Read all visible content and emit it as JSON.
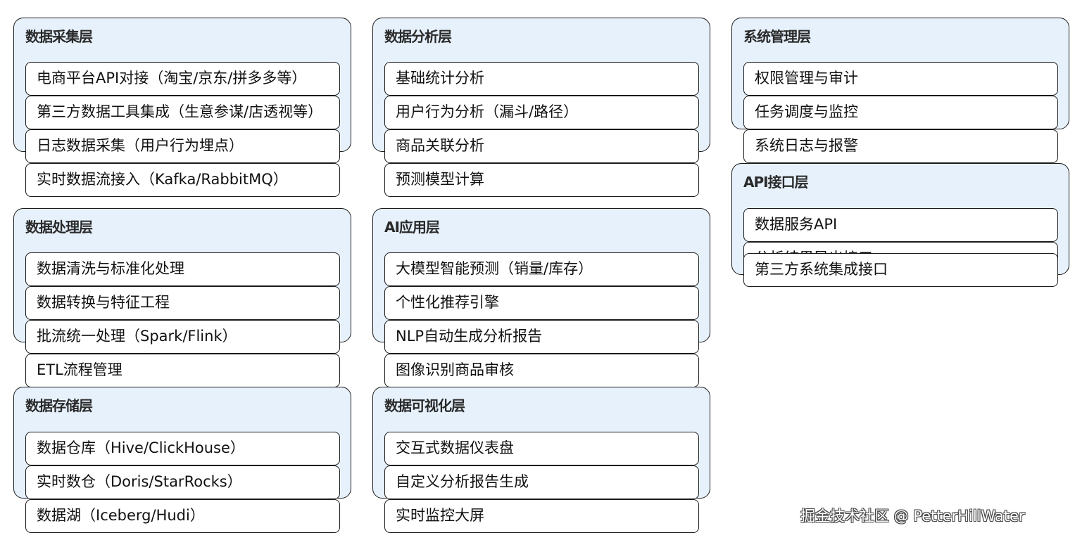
{
  "layers": {
    "collect": {
      "title": "数据采集层",
      "items": [
        "电商平台API对接（淘宝/京东/拼多多等）",
        "第三方数据工具集成（生意参谋/店透视等）",
        "日志数据采集（用户行为埋点）",
        "实时数据流接入（Kafka/RabbitMQ）"
      ]
    },
    "analysis": {
      "title": "数据分析层",
      "items": [
        "基础统计分析",
        "用户行为分析（漏斗/路径）",
        "商品关联分析",
        "预测模型计算"
      ]
    },
    "system": {
      "title": "系统管理层",
      "items": [
        "权限管理与审计",
        "任务调度与监控",
        "系统日志与报警"
      ]
    },
    "api": {
      "title": "API接口层",
      "items": [
        "数据服务API",
        "分析结果导出接口",
        "第三方系统集成接口"
      ]
    },
    "process": {
      "title": "数据处理层",
      "items": [
        "数据清洗与标准化处理",
        "数据转换与特征工程",
        "批流统一处理（Spark/Flink）",
        "ETL流程管理"
      ]
    },
    "ai": {
      "title": "AI应用层",
      "items": [
        "大模型智能预测（销量/库存）",
        "个性化推荐引擎",
        "NLP自动生成分析报告",
        "图像识别商品审核"
      ]
    },
    "storage": {
      "title": "数据存储层",
      "items": [
        "数据仓库（Hive/ClickHouse）",
        "实时数仓（Doris/StarRocks）",
        "数据湖（Iceberg/Hudi）"
      ]
    },
    "visual": {
      "title": "数据可视化层",
      "items": [
        "交互式数据仪表盘",
        "自定义分析报告生成",
        "实时监控大屏"
      ]
    }
  },
  "watermark": "掘金技术社区 @ PetterHillWater"
}
